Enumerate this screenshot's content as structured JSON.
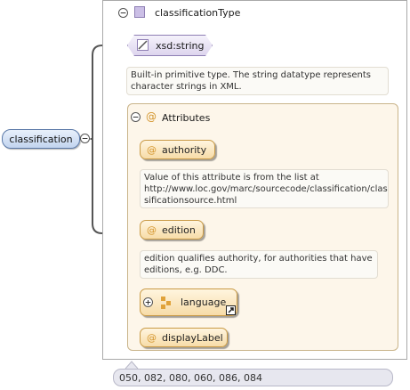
{
  "root_element": {
    "label": "classification"
  },
  "complex_type": {
    "name": "classificationType"
  },
  "simple_content": {
    "base_type": "xsd:string",
    "doc": [
      "Built-in primitive type. The string datatype represents",
      "character strings in XML."
    ]
  },
  "attributes_group": {
    "label": "Attributes",
    "items": [
      {
        "name": "authority",
        "doc": [
          "Value of this attribute is from the list at",
          "http://www.loc.gov/marc/sourcecode/classification/clas",
          "sificationsource.html"
        ]
      },
      {
        "name": "edition",
        "doc": [
          "edition qualifies authority, for authorities that have",
          "editions, e.g. DDC."
        ]
      },
      {
        "name": "language",
        "kind": "attribute-group-reference"
      },
      {
        "name": "displayLabel"
      }
    ]
  },
  "footer": {
    "text": "050, 082, 080, 060, 086, 084"
  },
  "colors": {
    "element_blue": "#c2d4ef",
    "attribute_orange": "#f7dca8",
    "type_purple": "#ddd5ee"
  },
  "icons": [
    "collapse-icon",
    "expand-icon",
    "type-square-icon",
    "simple-type-icon",
    "at-sign-icon",
    "attribute-group-icon",
    "reference-arrow-icon"
  ]
}
